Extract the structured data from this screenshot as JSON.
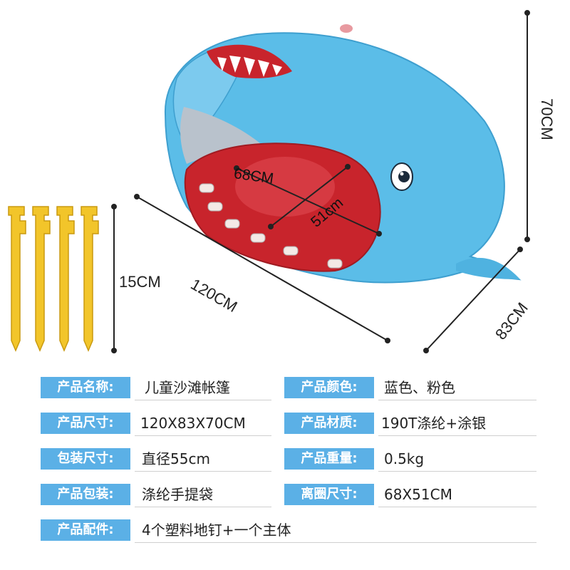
{
  "dimensions": {
    "height": "70CM",
    "length": "120CM",
    "depth": "83CM",
    "stake": "15CM",
    "inner_width": "68CM",
    "inner_depth": "51cm"
  },
  "specs": [
    {
      "label": "产品名称:",
      "value": "儿童沙滩帐篷"
    },
    {
      "label": "产品颜色:",
      "value": "蓝色、粉色"
    },
    {
      "label": "产品尺寸:",
      "value": "120X83X70CM"
    },
    {
      "label": "产品材质:",
      "value": "190T涤纶+涂银"
    },
    {
      "label": "包装尺寸:",
      "value": "直径55cm"
    },
    {
      "label": "产品重量:",
      "value": "0.5kg"
    },
    {
      "label": "产品包装:",
      "value": "涤纶手提袋"
    },
    {
      "label": "离圈尺寸:",
      "value": "68X51CM"
    },
    {
      "label": "产品配件:",
      "value": "4个塑料地钉+一个主体"
    }
  ],
  "colors": {
    "tent_blue": "#5bbde8",
    "mouth_red": "#c8242c",
    "stake_yellow": "#f2c52a",
    "label_blue": "#5bb0e6"
  }
}
